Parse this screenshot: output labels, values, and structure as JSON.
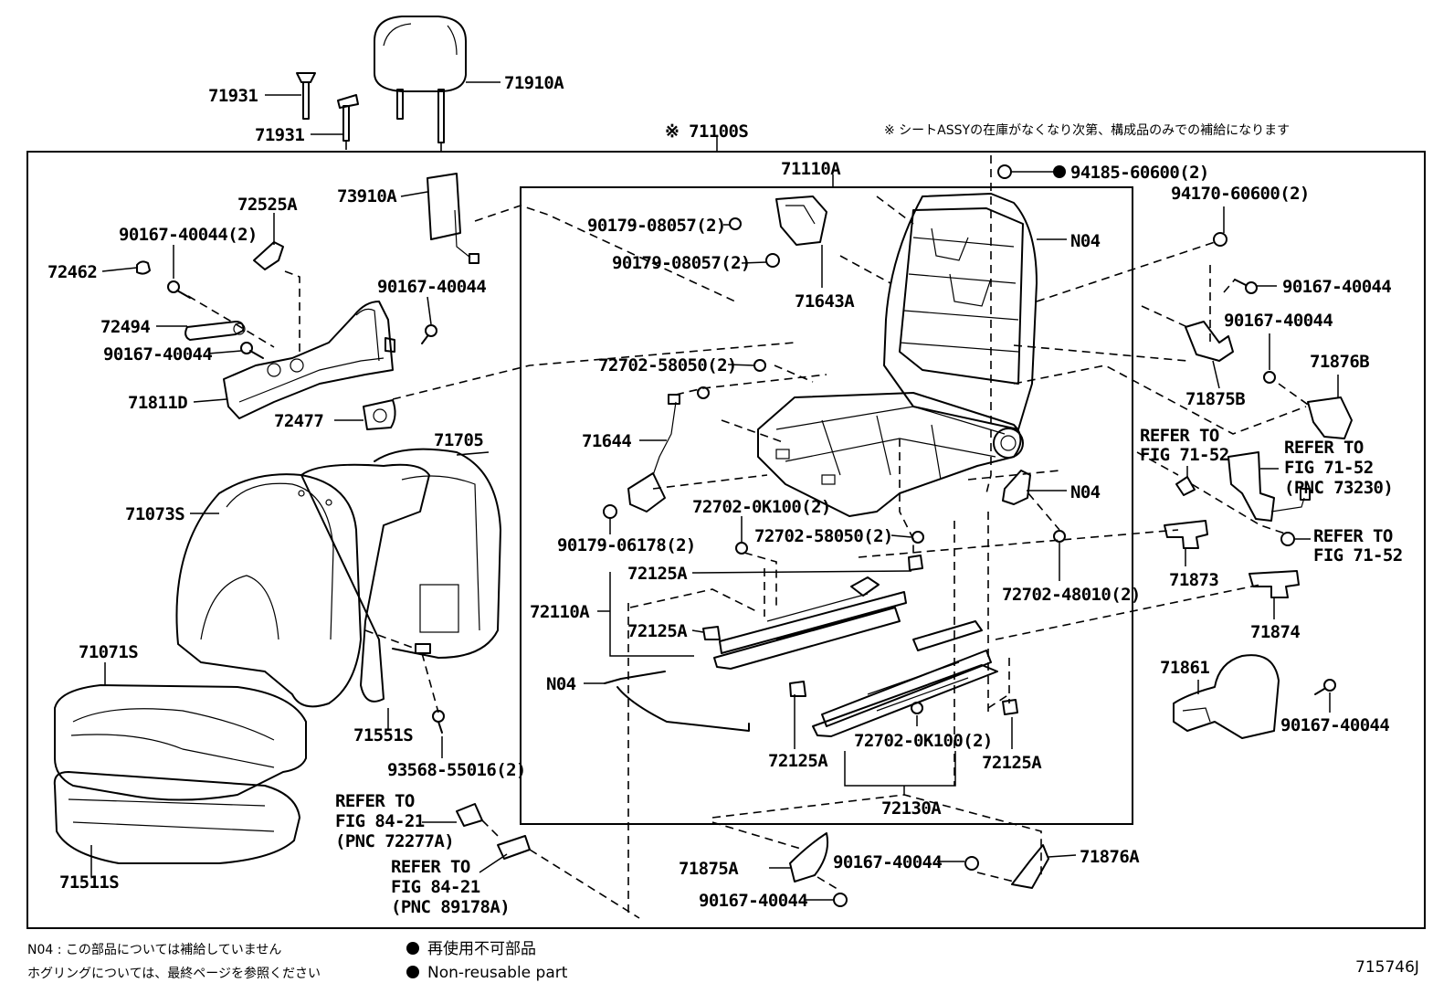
{
  "assembly": {
    "label": "※ 71100S",
    "note": "※ シートASSYの在庫がなくなり次第、構成品のみでの補給になります"
  },
  "labels": {
    "l71931a": "71931",
    "l71931b": "71931",
    "l71910A": "71910A",
    "l73910A": "73910A",
    "l72525A": "72525A",
    "l90167_2a": "90167-40044(2)",
    "l72462": "72462",
    "l72494": "72494",
    "l90167a": "90167-40044",
    "l90167b": "90167-40044",
    "l71811D": "71811D",
    "l72477": "72477",
    "l71705": "71705",
    "l71073S": "71073S",
    "l71071S": "71071S",
    "l71551S": "71551S",
    "l71511S": "71511S",
    "l93568": "93568-55016(2)",
    "l71110A": "71110A",
    "l90179a": "90179-08057(2)",
    "l90179b": "90179-08057(2)",
    "l71643A": "71643A",
    "l94185": "94185-60600(2)",
    "lN04a": "N04",
    "l72702a": "72702-58050(2)",
    "l71644": "71644",
    "l72702k1": "72702-0K100(2)",
    "l72702b": "72702-58050(2)",
    "l90179c": "90179-06178(2)",
    "l72125A1": "72125A",
    "l72110A": "72110A",
    "l72125A2": "72125A",
    "lN04c": "N04",
    "l72125A3": "72125A",
    "l72702k2": "72702-0K100(2)",
    "l72125A4": "72125A",
    "l72130A": "72130A",
    "lN04b": "N04",
    "l72702c": "72702-48010(2)",
    "l94170": "94170-60600(2)",
    "l90167c": "90167-40044",
    "l90167d": "90167-40044",
    "l71875B": "71875B",
    "l71876B": "71876B",
    "l71873": "71873",
    "l71874": "71874",
    "l71861": "71861",
    "l90167e": "90167-40044",
    "l71875A": "71875A",
    "l90167f": "90167-40044",
    "l90167g": "90167-40044",
    "l71876A": "71876A"
  },
  "refers": {
    "r1": [
      "REFER TO",
      "FIG 71-52"
    ],
    "r2": [
      "REFER TO",
      "FIG 71-52",
      "(PNC 73230)"
    ],
    "r3": [
      "REFER TO",
      "FIG 71-52"
    ],
    "r4": [
      "REFER TO",
      "FIG 84-21",
      "(PNC 72277A)"
    ],
    "r5": [
      "REFER TO",
      "FIG 84-21",
      "(PNC 89178A)"
    ]
  },
  "footer": {
    "note1": "N04 : この部品については補給していません",
    "note2": "ホグリングについては、最終ページを参照ください",
    "legend_jp": "再使用不可部品",
    "legend_en": "Non-reusable part",
    "figure_id": "715746J"
  }
}
